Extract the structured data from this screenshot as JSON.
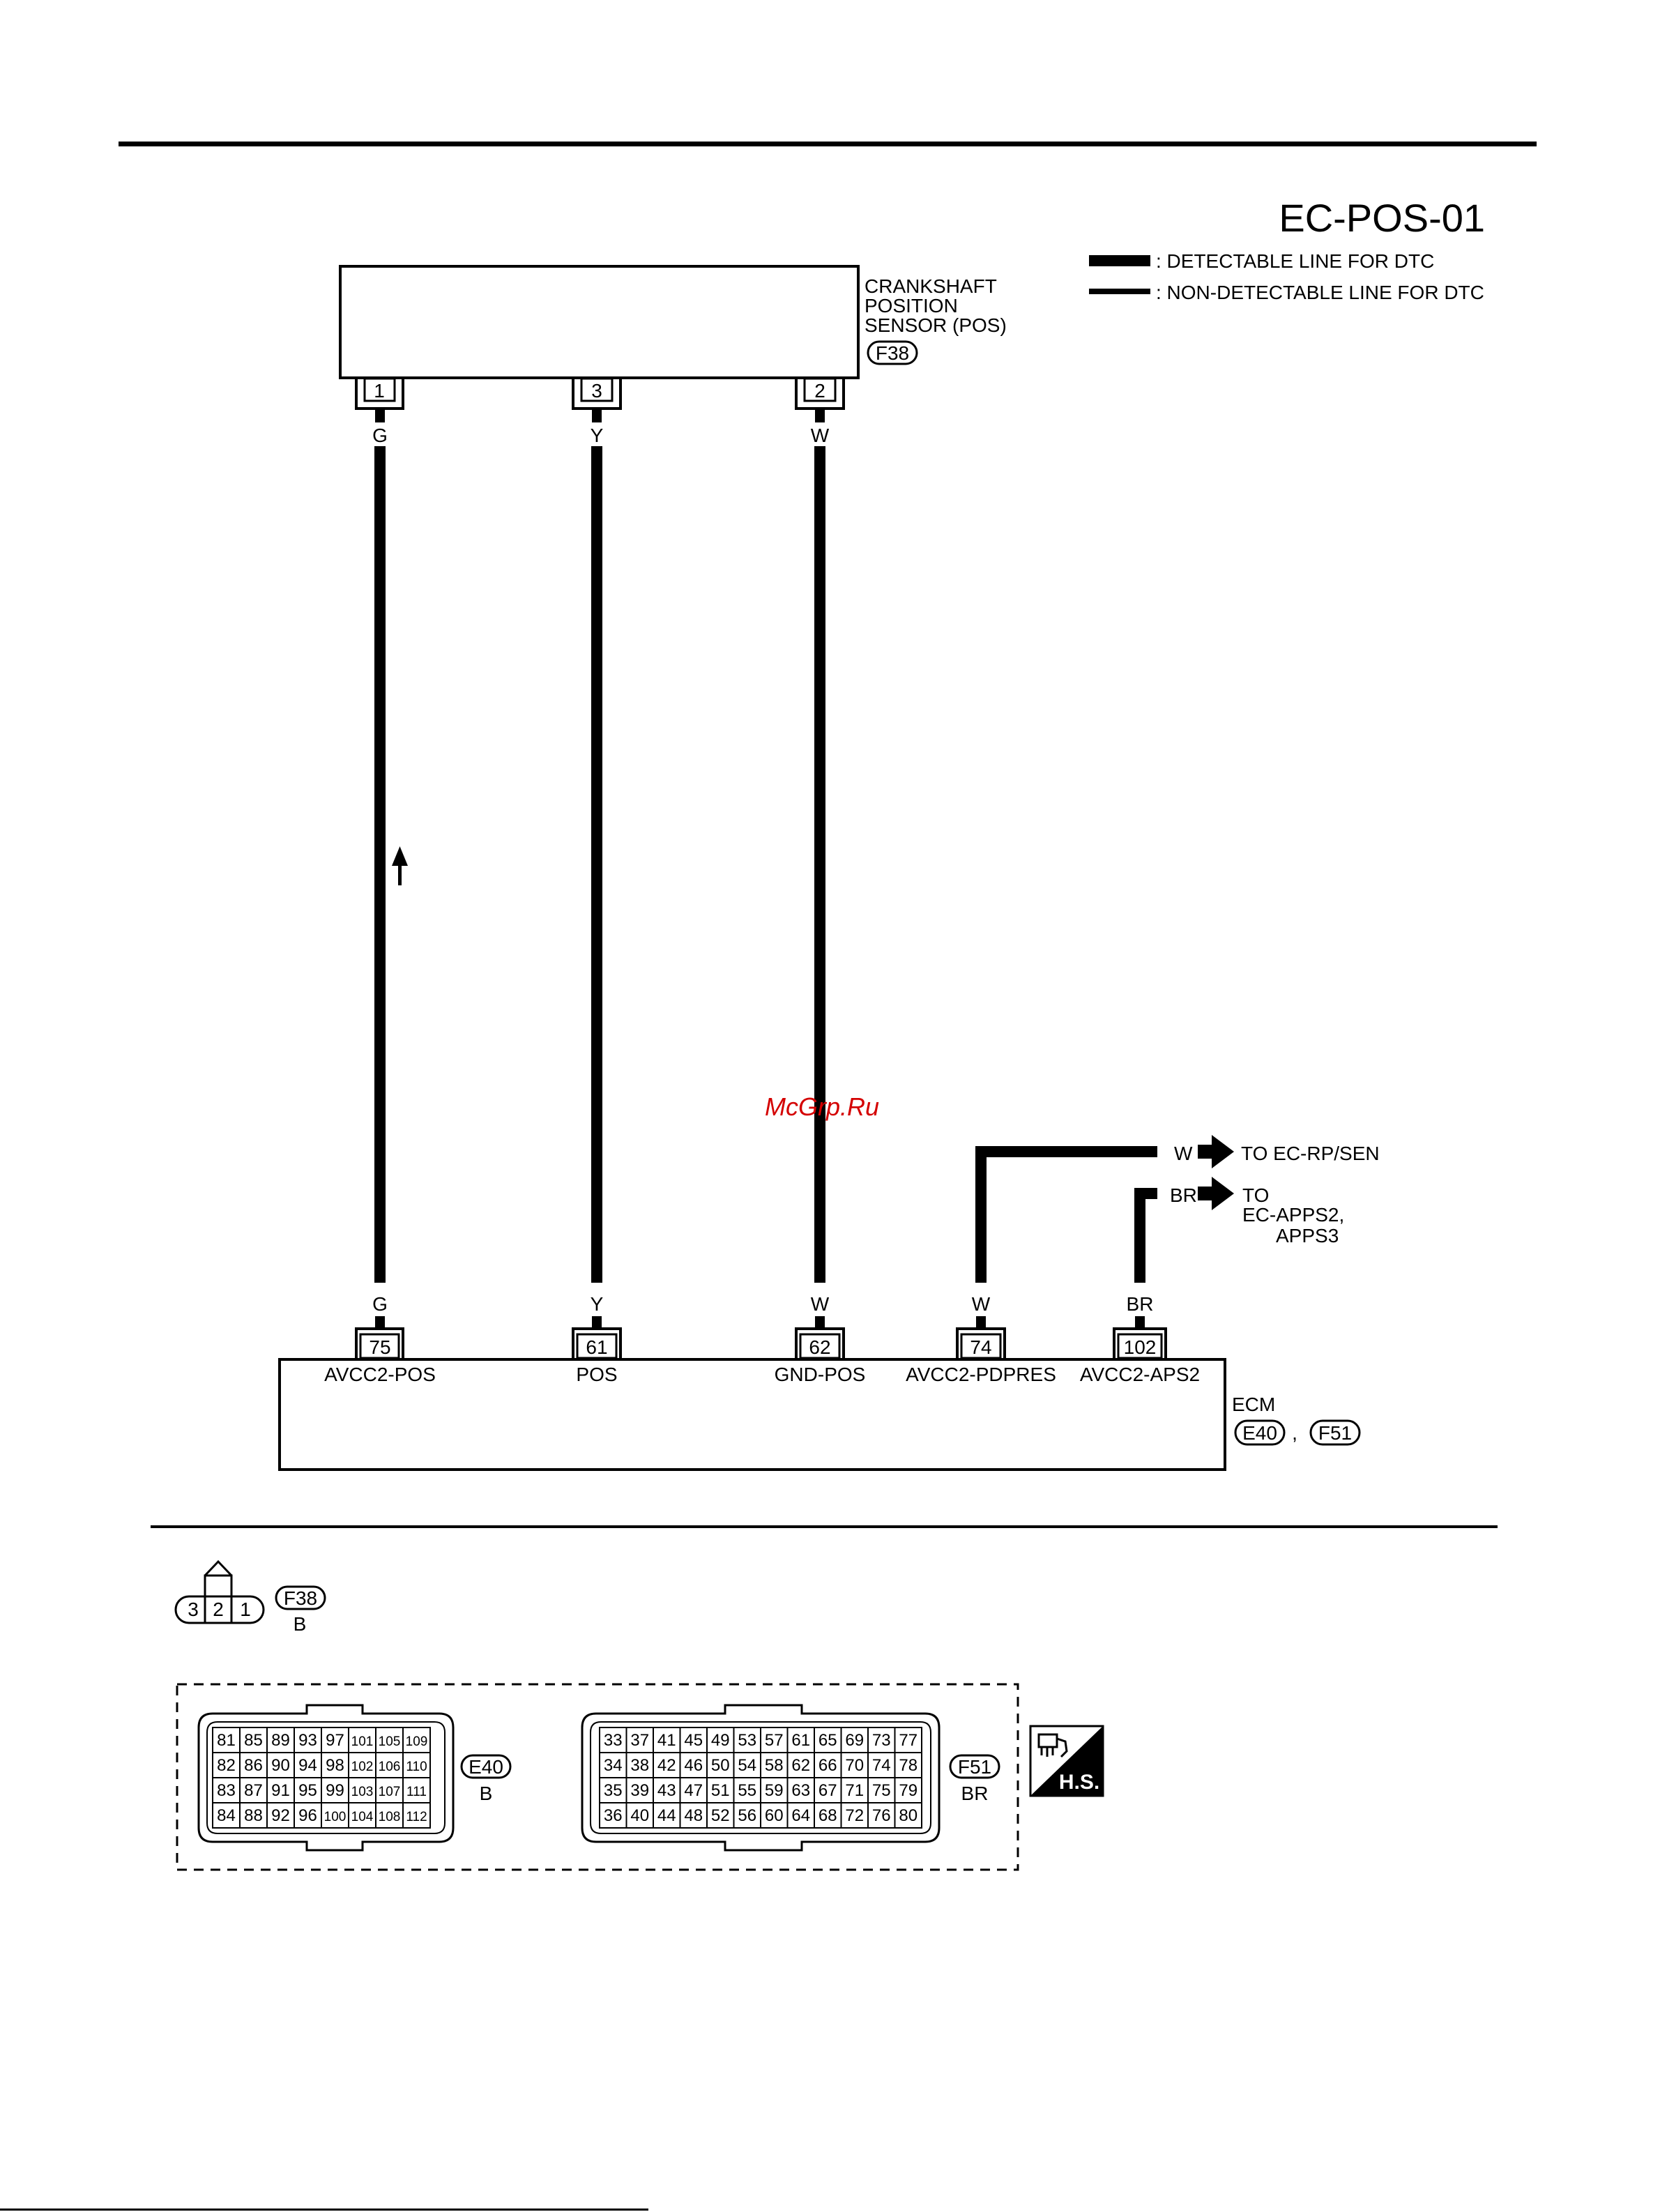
{
  "header": {
    "code": "EC-POS-01"
  },
  "legend": [
    {
      "label": ": DETECTABLE LINE FOR DTC",
      "style": "thick"
    },
    {
      "label": ": NON-DETECTABLE LINE FOR DTC",
      "style": "thin"
    }
  ],
  "sensor": {
    "name_lines": [
      "CRANKSHAFT",
      "POSITION",
      "SENSOR (POS)"
    ],
    "connector": "F38",
    "pins": [
      "1",
      "3",
      "2"
    ]
  },
  "wires": [
    {
      "sensor_pin": "1",
      "color": "G",
      "ecm_pin": "75",
      "ecm_label": "AVCC2-POS"
    },
    {
      "sensor_pin": "3",
      "color": "Y",
      "ecm_pin": "61",
      "ecm_label": "POS"
    },
    {
      "sensor_pin": "2",
      "color": "W",
      "ecm_pin": "62",
      "ecm_label": "GND-POS"
    }
  ],
  "branches": [
    {
      "color": "W",
      "ecm_pin": "74",
      "ecm_label": "AVCC2-PDPRES",
      "to_lines": [
        "TO EC-RP/SEN"
      ]
    },
    {
      "color": "BR",
      "ecm_pin": "102",
      "ecm_label": "AVCC2-APS2",
      "to_lines": [
        "TO",
        "EC-APPS2,",
        "APPS3"
      ]
    }
  ],
  "ecm": {
    "name": "ECM",
    "connectors": [
      "E40",
      "F51"
    ],
    "separator": ","
  },
  "watermark": "McGrp.Ru",
  "connectors_view": {
    "f38": {
      "id": "F38",
      "color": "B",
      "pins": [
        "3",
        "2",
        "1"
      ]
    },
    "e40": {
      "id": "E40",
      "color": "B",
      "rows": [
        [
          "81",
          "85",
          "89",
          "93",
          "97",
          "101",
          "105",
          "109"
        ],
        [
          "82",
          "86",
          "90",
          "94",
          "98",
          "102",
          "106",
          "110"
        ],
        [
          "83",
          "87",
          "91",
          "95",
          "99",
          "103",
          "107",
          "111"
        ],
        [
          "84",
          "88",
          "92",
          "96",
          "100",
          "104",
          "108",
          "112"
        ]
      ]
    },
    "f51": {
      "id": "F51",
      "color": "BR",
      "rows": [
        [
          "33",
          "37",
          "41",
          "45",
          "49",
          "53",
          "57",
          "61",
          "65",
          "69",
          "73",
          "77"
        ],
        [
          "34",
          "38",
          "42",
          "46",
          "50",
          "54",
          "58",
          "62",
          "66",
          "70",
          "74",
          "78"
        ],
        [
          "35",
          "39",
          "43",
          "47",
          "51",
          "55",
          "59",
          "63",
          "67",
          "71",
          "75",
          "79"
        ],
        [
          "36",
          "40",
          "44",
          "48",
          "52",
          "56",
          "60",
          "64",
          "68",
          "72",
          "76",
          "80"
        ]
      ]
    },
    "hs_badge": "H.S."
  }
}
